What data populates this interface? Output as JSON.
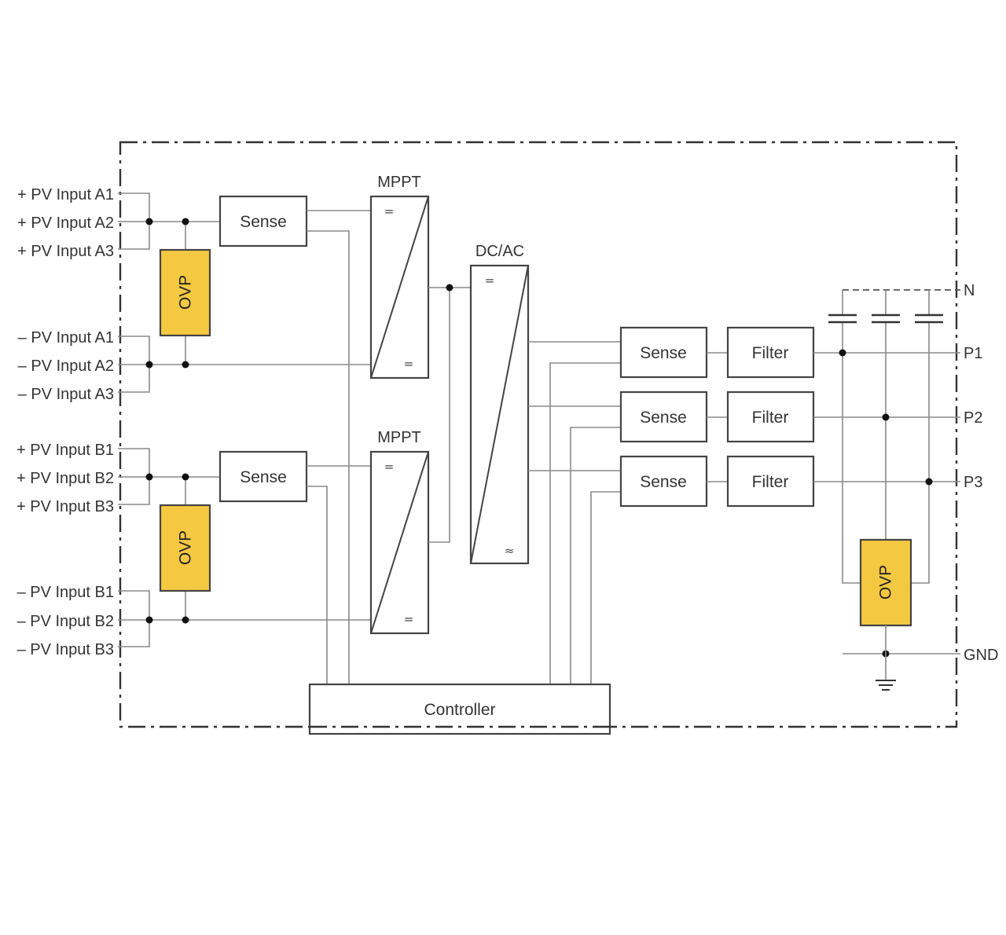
{
  "colors": {
    "ovp_fill": "#f5c842",
    "line": "#8a8a8a",
    "box_stroke": "#444444",
    "text": "#333333"
  },
  "inputs": {
    "a_plus": [
      "+ PV Input A1",
      "+ PV Input A2",
      "+ PV Input A3"
    ],
    "a_minus": [
      "– PV Input A1",
      "– PV Input A2",
      "– PV Input A3"
    ],
    "b_plus": [
      "+ PV Input B1",
      "+ PV Input B2",
      "+ PV Input B3"
    ],
    "b_minus": [
      "– PV Input B1",
      "– PV Input B2",
      "– PV Input B3"
    ]
  },
  "blocks": {
    "ovp": "OVP",
    "sense": "Sense",
    "mppt_title": "MPPT",
    "dcac_title": "DC/AC",
    "filter": "Filter",
    "controller": "Controller",
    "dc_symbol": "=",
    "ac_symbol": "≈"
  },
  "outputs": [
    "N",
    "P1",
    "P2",
    "P3",
    "GND"
  ]
}
